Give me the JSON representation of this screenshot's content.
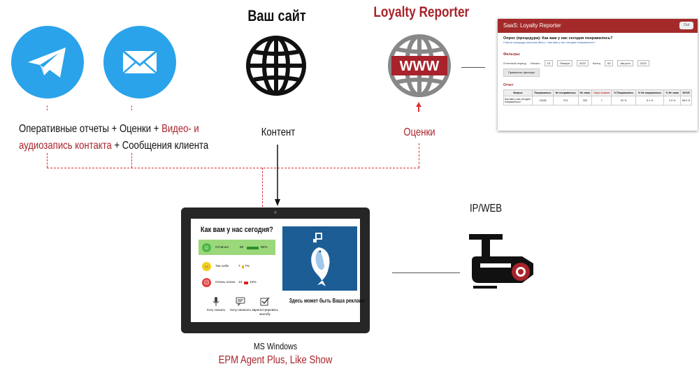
{
  "site": {
    "title": "Ваш сайт",
    "content_label": "Контент"
  },
  "reporter": {
    "title": "Loyalty Reporter",
    "ratings_label": "Оценки"
  },
  "sources": {
    "line1_part1": "Оперативные отчеты + Оценки + ",
    "line1_part2": "Видео- и",
    "line2_part1": "аудиозапись контакта",
    "line2_part2": " + Сообщения клиента"
  },
  "report": {
    "header": "SaaS: Loyalty Reporter",
    "header_button": "Out",
    "question": "Опрос (процедура): Как вам у нас сегодня понравилось?",
    "link": "Список процедур опросов (Все) > Как вам у нас сегодня понравилось?",
    "filters_title": "Фильтры:",
    "period_label": "Отчетный период",
    "start_label": "Начало",
    "start_day": "19",
    "start_month": "Января",
    "start_year": "2015",
    "end_label": "Конец",
    "end_day": "05",
    "end_month": "Августа",
    "end_year": "2015",
    "apply_button": "Применить фильтры",
    "report_title": "Отчет",
    "columns": [
      "Вопрос",
      "Понравилось",
      "Не понравилось",
      "Не знаю",
      "Опро знаком",
      "% Понравилось",
      "% Не понравилось",
      "% Не знаю",
      "NOVE"
    ],
    "row": [
      "Как вам у нас сегодня понравилось?",
      "13438",
      "574",
      "339",
      "0",
      "92 %",
      "5.1 %",
      "2.9 %",
      "96.9 %"
    ]
  },
  "tablet": {
    "question": "Как вам у нас сегодня?",
    "options": [
      {
        "label": "Отлично",
        "count": "80",
        "percent": "80%"
      },
      {
        "label": "Так себе",
        "count": "7",
        "percent": "7%"
      },
      {
        "label": "Очень плохо",
        "count": "13",
        "percent": "13%"
      }
    ],
    "actions": [
      "Хочу сказать",
      "Хочу написать",
      "Зарегистрировать жалобу"
    ],
    "ad_text": "Здесь может быть Ваша реклама",
    "os_label": "MS Windows",
    "product_label": "EPM Agent Plus, Like Show"
  },
  "camera": {
    "label": "IP/WEB"
  },
  "colors": {
    "accent_red": "#a8232b",
    "telegram_blue": "#2aa3ea",
    "tablet_ad_blue": "#1c5d96",
    "report_red": "#a42a2a"
  }
}
